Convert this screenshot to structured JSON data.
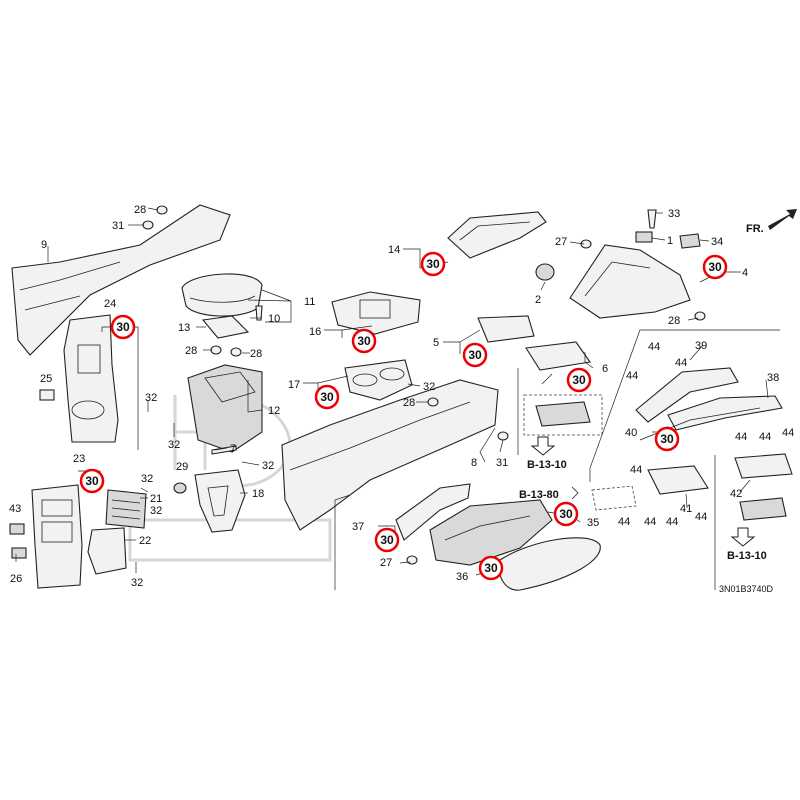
{
  "diagram": {
    "direction_label": "FR.",
    "figure_code": "3N01B3740D",
    "references": [
      "B-13-10",
      "B-13-80",
      "B-13-10"
    ],
    "callout_number": "30",
    "part_numbers": {
      "n1": "1",
      "n2": "2",
      "n4": "4",
      "n5": "5",
      "n6": "6",
      "n7": "7",
      "n8": "8",
      "n9": "9",
      "n10": "10",
      "n11": "11",
      "n12": "12",
      "n13": "13",
      "n14": "14",
      "n16": "16",
      "n17": "17",
      "n18": "18",
      "n21": "21",
      "n22": "22",
      "n23": "23",
      "n24": "24",
      "n25": "25",
      "n26": "26",
      "n27a": "27",
      "n27b": "27",
      "n28a": "28",
      "n28b": "28",
      "n28c": "28",
      "n28d": "28",
      "n28e": "28",
      "n29": "29",
      "n31a": "31",
      "n31b": "31",
      "n32a": "32",
      "n32b": "32",
      "n32c": "32",
      "n32d": "32",
      "n32e": "32",
      "n32f": "32",
      "n33": "33",
      "n34": "34",
      "n35": "35",
      "n36": "36",
      "n37": "37",
      "n38": "38",
      "n39": "39",
      "n40": "40",
      "n41": "41",
      "n42": "42",
      "n43": "43",
      "n44a": "44",
      "n44b": "44",
      "n44c": "44",
      "n44d": "44",
      "n44e": "44",
      "n44f": "44",
      "n44g": "44",
      "n44h": "44",
      "n44i": "44",
      "n44j": "44",
      "n44k": "44"
    }
  }
}
